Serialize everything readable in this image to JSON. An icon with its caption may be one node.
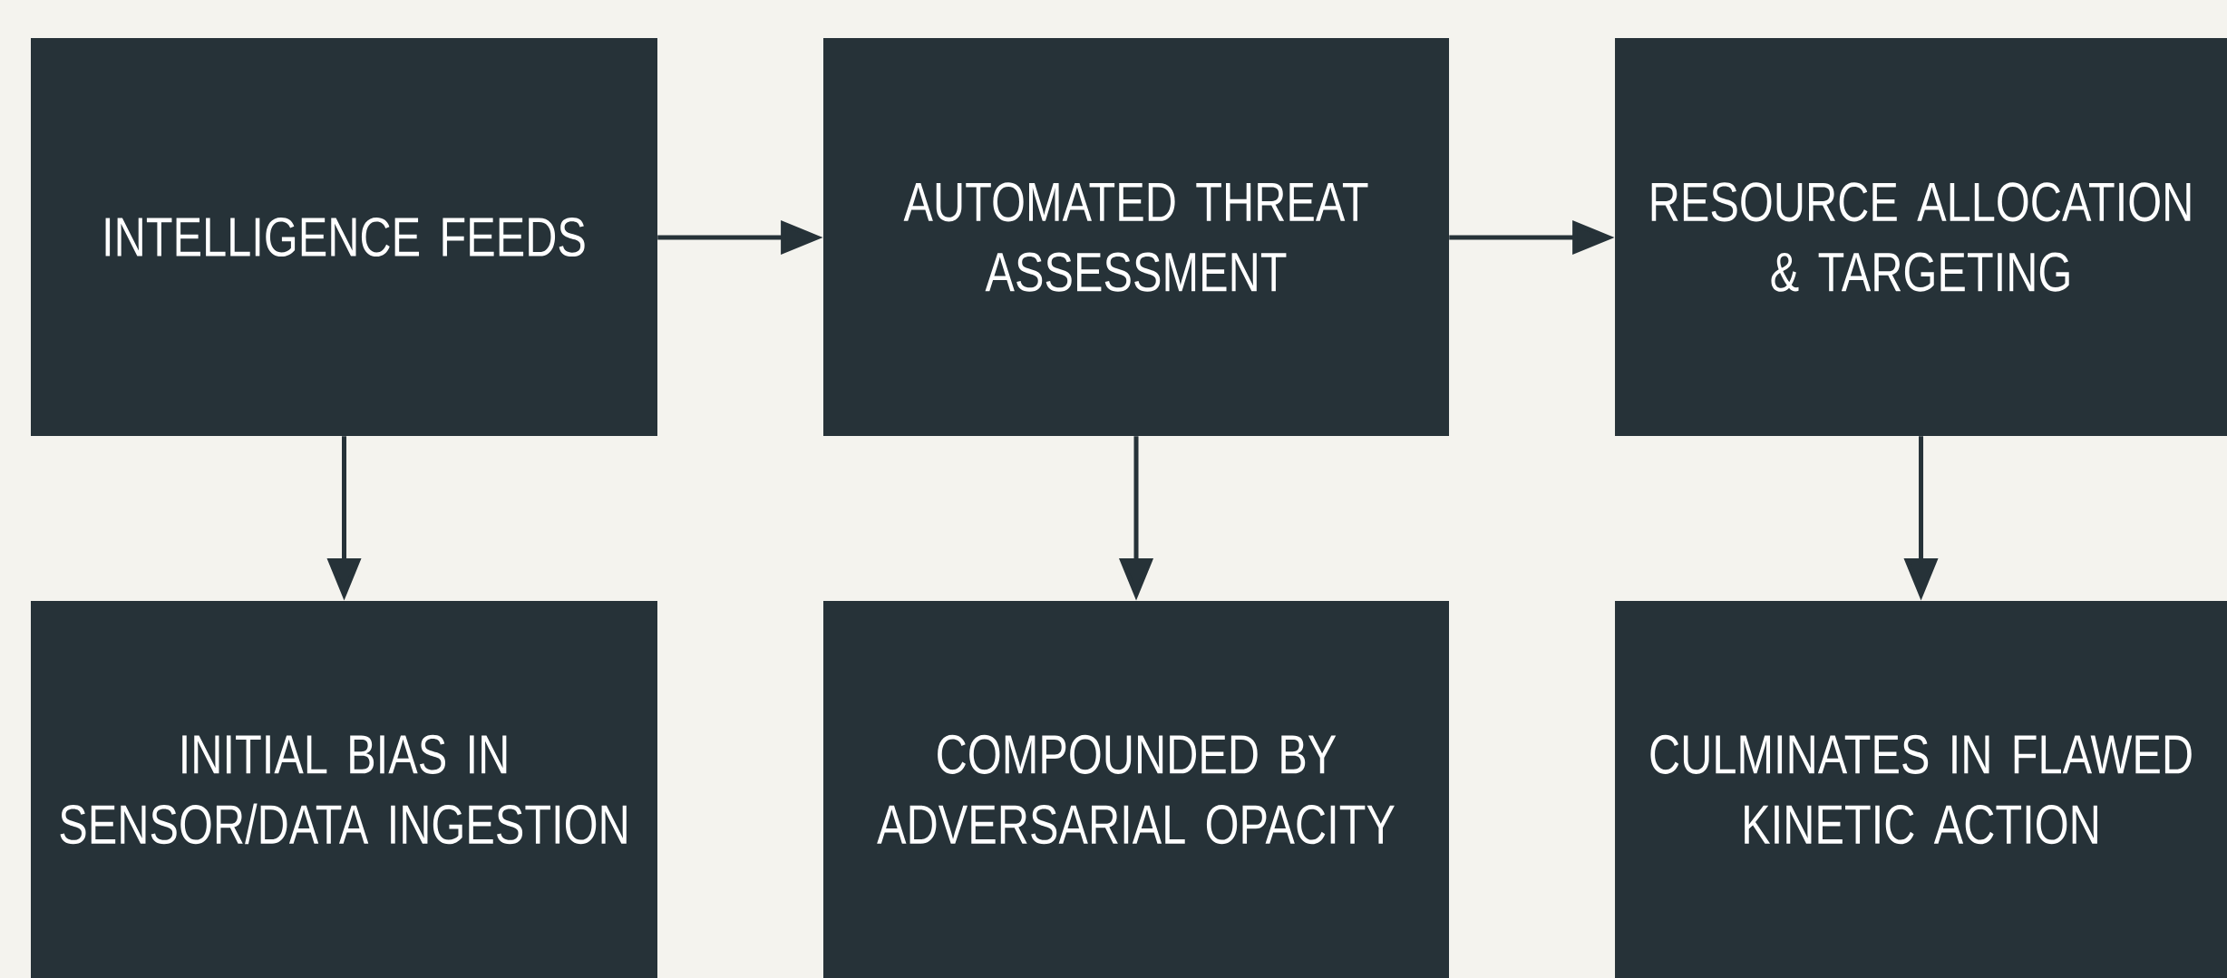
{
  "diagram": {
    "nodes": [
      {
        "text": [
          "INTELLIGENCE FEEDS"
        ]
      },
      {
        "text": [
          "AUTOMATED THREAT ASSESSMENT"
        ]
      },
      {
        "text": [
          "RESOURCE ALLOCATION & TARGETING"
        ]
      },
      {
        "text": [
          "INITIAL BIAS IN SENSOR/DATA INGESTION"
        ]
      },
      {
        "text": [
          "COMPOUNDED BY ADVERSARIAL OPACITY"
        ]
      },
      {
        "text": [
          "CULMINATES IN FLAWED KINETIC ACTION"
        ]
      }
    ],
    "edges": [
      {
        "from": 0,
        "to": 1,
        "arrow": "to"
      },
      {
        "from": 1,
        "to": 2,
        "arrow": "to"
      },
      {
        "from": 0,
        "to": 3,
        "arrow": "to"
      },
      {
        "from": 1,
        "to": 4,
        "arrow": "to"
      },
      {
        "from": 2,
        "to": 5,
        "arrow": "to"
      }
    ]
  }
}
